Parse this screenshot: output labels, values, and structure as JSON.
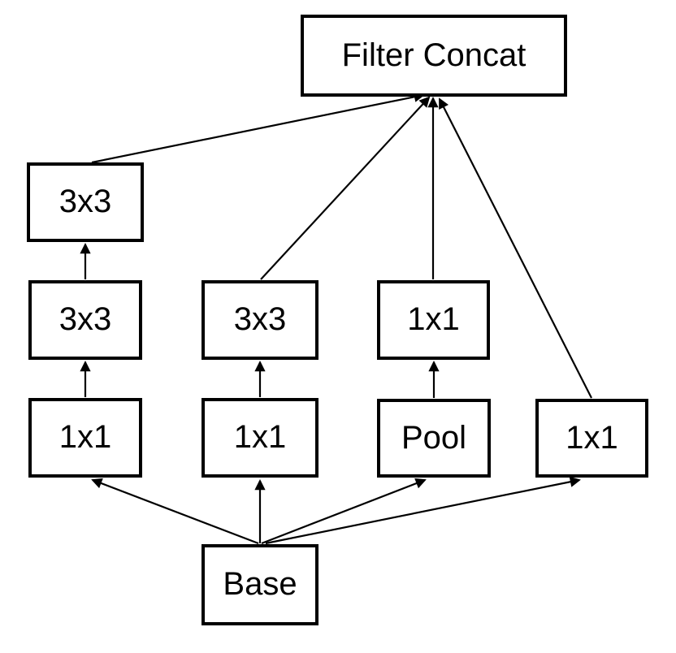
{
  "diagram": {
    "nodes": {
      "filter_concat": {
        "label": "Filter Concat"
      },
      "branch1_conv3x3_top": {
        "label": "3x3"
      },
      "branch1_conv3x3_mid": {
        "label": "3x3"
      },
      "branch1_conv1x1": {
        "label": "1x1"
      },
      "branch2_conv3x3": {
        "label": "3x3"
      },
      "branch2_conv1x1": {
        "label": "1x1"
      },
      "branch3_conv1x1": {
        "label": "1x1"
      },
      "branch3_pool": {
        "label": "Pool"
      },
      "branch4_conv1x1": {
        "label": "1x1"
      },
      "base": {
        "label": "Base"
      }
    },
    "edges": [
      {
        "from": "base",
        "to": "branch1_conv1x1"
      },
      {
        "from": "base",
        "to": "branch2_conv1x1"
      },
      {
        "from": "base",
        "to": "branch3_pool"
      },
      {
        "from": "base",
        "to": "branch4_conv1x1"
      },
      {
        "from": "branch1_conv1x1",
        "to": "branch1_conv3x3_mid"
      },
      {
        "from": "branch1_conv3x3_mid",
        "to": "branch1_conv3x3_top"
      },
      {
        "from": "branch2_conv1x1",
        "to": "branch2_conv3x3"
      },
      {
        "from": "branch3_pool",
        "to": "branch3_conv1x1"
      },
      {
        "from": "branch1_conv3x3_top",
        "to": "filter_concat"
      },
      {
        "from": "branch2_conv3x3",
        "to": "filter_concat"
      },
      {
        "from": "branch3_conv1x1",
        "to": "filter_concat"
      },
      {
        "from": "branch4_conv1x1",
        "to": "filter_concat"
      }
    ],
    "colors": {
      "line": "#000000",
      "box_border": "#000000",
      "box_fill": "#ffffff",
      "text": "#000000",
      "background": "#ffffff"
    }
  }
}
